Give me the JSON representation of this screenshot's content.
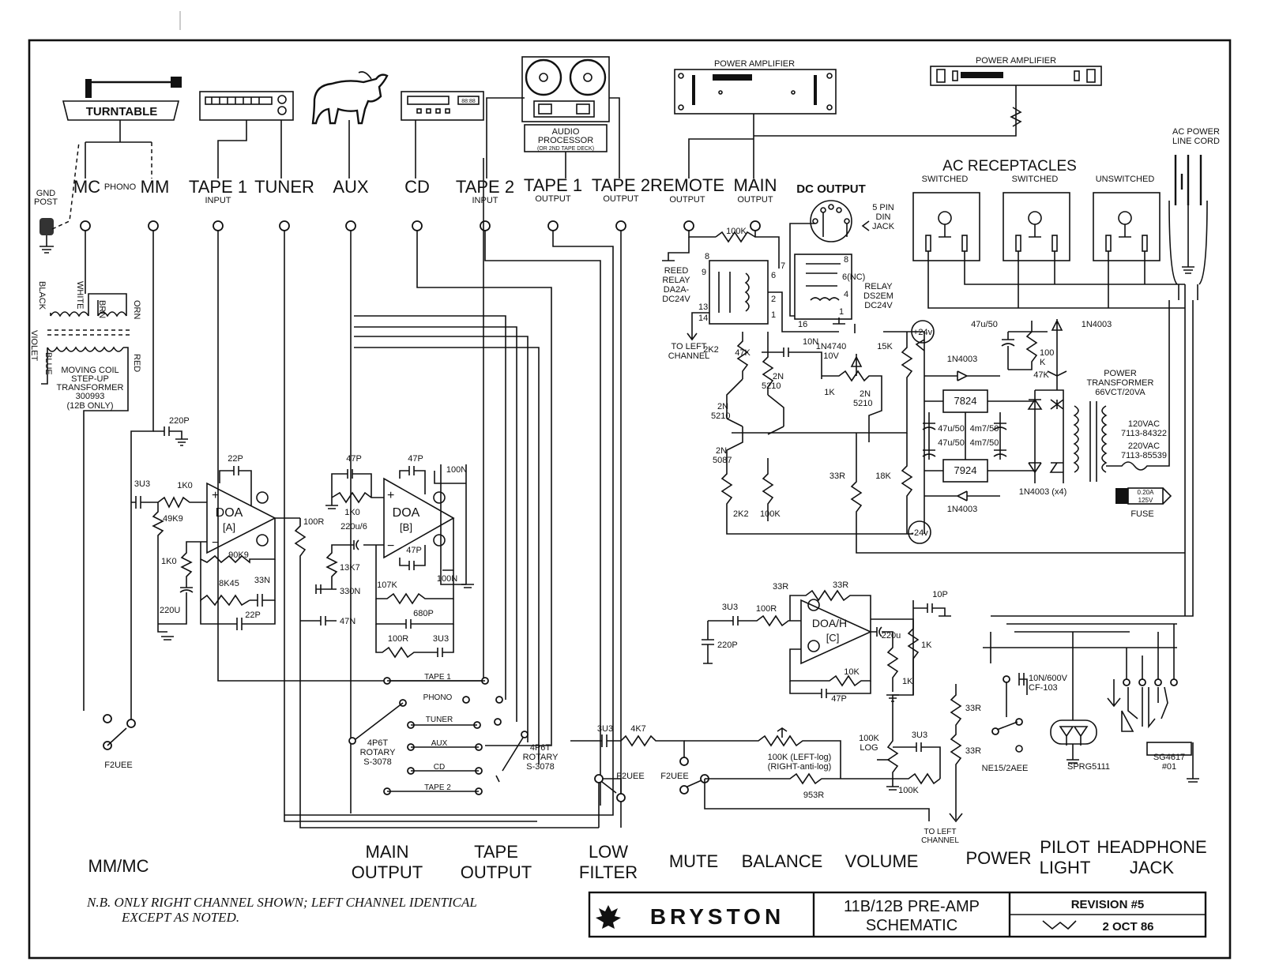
{
  "sources": {
    "turntable": "TURNTABLE",
    "phono_mc": "MC",
    "phono_word": "PHONO",
    "phono_mm": "MM",
    "gnd_post": [
      "GND",
      "POST"
    ]
  },
  "inputs": [
    {
      "name": "TAPE 1",
      "sub": "INPUT"
    },
    {
      "name": "TUNER",
      "sub": ""
    },
    {
      "name": "AUX",
      "sub": ""
    },
    {
      "name": "CD",
      "sub": ""
    },
    {
      "name": "TAPE 2",
      "sub": "INPUT"
    },
    {
      "name": "TAPE 1",
      "sub": "OUTPUT"
    },
    {
      "name": "TAPE 2",
      "sub": "OUTPUT"
    },
    {
      "name": "REMOTE",
      "sub": "OUTPUT"
    },
    {
      "name": "MAIN",
      "sub": "OUTPUT"
    }
  ],
  "audio_processor": [
    "AUDIO",
    "PROCESSOR",
    "(OR 2ND TAPE DECK)"
  ],
  "power_amp_1": "POWER AMPLIFIER",
  "power_amp_2": "POWER AMPLIFIER",
  "ac_power": [
    "AC POWER",
    "LINE CORD"
  ],
  "ac_receptacles": {
    "title": "AC RECEPTACLES",
    "labels": [
      "SWITCHED",
      "SWITCHED",
      "UNSWITCHED"
    ]
  },
  "dc_output": {
    "title": "DC OUTPUT",
    "din": [
      "5 PIN",
      "DIN",
      "JACK"
    ],
    "relay": [
      "RELAY",
      "DS2EM",
      "DC24V"
    ],
    "nc": "6(NC)"
  },
  "reed_relay": [
    "REED",
    "RELAY",
    "DA2A-",
    "DC24V"
  ],
  "to_left_channel": [
    "TO LEFT",
    "CHANNEL"
  ],
  "transformer": {
    "wires": [
      "BLACK",
      "WHITE",
      "BRN",
      "ORN",
      "VIOLET",
      "BLUE",
      "RED"
    ],
    "label": [
      "MOVING COIL",
      "STEP-UP",
      "TRANSFORMER",
      "300993",
      "(12B ONLY)"
    ]
  },
  "opamps": {
    "a": [
      "DOA",
      "[A]"
    ],
    "b": [
      "DOA",
      "[B]"
    ],
    "c": [
      "DOA/H",
      "[C]"
    ]
  },
  "components": {
    "c220p": "220P",
    "c22p_a": "22P",
    "r3u3": "3U3",
    "r1k0_a": "1K0",
    "r49k9": "49K9",
    "r1k0_b": "1K0",
    "c220u": "220U",
    "r90k9": "90K9",
    "r8k45": "8K45",
    "c33n": "33N",
    "c22p_b": "22P",
    "r100r_a": "100R",
    "c47p_a": "47P",
    "c47p_b": "47P",
    "c100n_a": "100N",
    "r1k0_c": "1K0",
    "c220u6": "220u/6",
    "c47p_c": "47P",
    "r13k7": "13K7",
    "c330n": "330N",
    "c47n": "47N",
    "r107k": "107K",
    "c100n_b": "100N",
    "c680p": "680P",
    "r100r_b": "100R",
    "c3u3_b": "3U3",
    "r100k_top": "100K",
    "r2k2_a": "2K2",
    "r47k_a": "47K",
    "c10n": "10N",
    "q2n5210_a": [
      "2N",
      "5210"
    ],
    "q2n5210_b": [
      "2N",
      "5210"
    ],
    "q2n5087": [
      "2N",
      "5087"
    ],
    "q2n5210_c": [
      "2N",
      "5210"
    ],
    "r2k2_b": "2K2",
    "r100k_b": "100K",
    "z1n4740": [
      "1N4740",
      "10V"
    ],
    "r1k_a": "1K",
    "r15k": "15K",
    "r33r_a": "33R",
    "r18k": "18K",
    "plus24": "+24v",
    "minus24": "-24v",
    "c47u50_a": "47u/50",
    "r100k_psu": [
      "100",
      "K"
    ],
    "d1n4003_a": "1N4003",
    "r47k_b": "47K",
    "d1n4003_b": "1N4003",
    "reg7824": "7824",
    "reg7924": "7924",
    "c47u50_b": "47u/50",
    "c47u50_c": "47u/50",
    "c4m7_a": "4m7/50",
    "c4m7_b": "4m7/50",
    "d1n4003_c": "1N4003",
    "d1n4003x4": "1N4003 (x4)",
    "power_transformer": [
      "POWER",
      "TRANSFORMER",
      "66VCT/20VA"
    ],
    "mains": [
      "120VAC",
      "7113-84322",
      "220VAC",
      "7113-85539"
    ],
    "fuse": [
      "0.20A",
      "125V"
    ],
    "fuse_label": "FUSE",
    "r33r_b": "33R",
    "r33r_c": "33R",
    "c10p": "10P",
    "c3u3_c": "3U3",
    "r100r_c": "100R",
    "c220p_b": "220P",
    "r1k_b": "1K",
    "c220u_b": "220u",
    "r1k_c": "1K",
    "r10k": "10K",
    "c47p_d": "47P",
    "c3u3_d": "3U3",
    "r4k7": "4K7",
    "balance_pot": [
      "100K (LEFT-log)",
      "(RIGHT-anti-log)"
    ],
    "r953r": "953R",
    "volume_pot": [
      "100K",
      "LOG"
    ],
    "c3u3_e": "3U3",
    "r100k_c": "100K",
    "r33r_d": "33R",
    "r33r_e": "33R",
    "c10n600": [
      "10N/600V",
      "CF-103"
    ],
    "ne15": "NE15/2AEE",
    "sprg": "SPRG5111",
    "sg4617": [
      "SG4617",
      "#01"
    ],
    "f2uee": "F2UEE",
    "rot1": [
      "4P6T",
      "ROTARY",
      "S-3078"
    ],
    "rot2": [
      "4P6T",
      "ROTARY",
      "S-3078"
    ],
    "sel_positions": [
      "TAPE 1",
      "PHONO",
      "TUNER",
      "AUX",
      "CD",
      "TAPE 2"
    ]
  },
  "controls": [
    {
      "l1": "MM/MC",
      "l2": ""
    },
    {
      "l1": "MAIN",
      "l2": "OUTPUT"
    },
    {
      "l1": "TAPE",
      "l2": "OUTPUT"
    },
    {
      "l1": "LOW",
      "l2": "FILTER"
    },
    {
      "l1": "MUTE",
      "l2": ""
    },
    {
      "l1": "BALANCE",
      "l2": ""
    },
    {
      "l1": "VOLUME",
      "l2": ""
    },
    {
      "l1": "POWER",
      "l2": ""
    },
    {
      "l1": "PILOT",
      "l2": "LIGHT"
    },
    {
      "l1": "HEADPHONE",
      "l2": "JACK"
    }
  ],
  "note": [
    "N.B. ONLY RIGHT CHANNEL SHOWN; LEFT CHANNEL IDENTICAL",
    "EXCEPT AS NOTED."
  ],
  "title_block": {
    "brand": "BRYSTON",
    "title": [
      "11B/12B PRE-AMP",
      "SCHEMATIC"
    ],
    "revision": "REVISION #5",
    "date": "2 OCT 86"
  }
}
